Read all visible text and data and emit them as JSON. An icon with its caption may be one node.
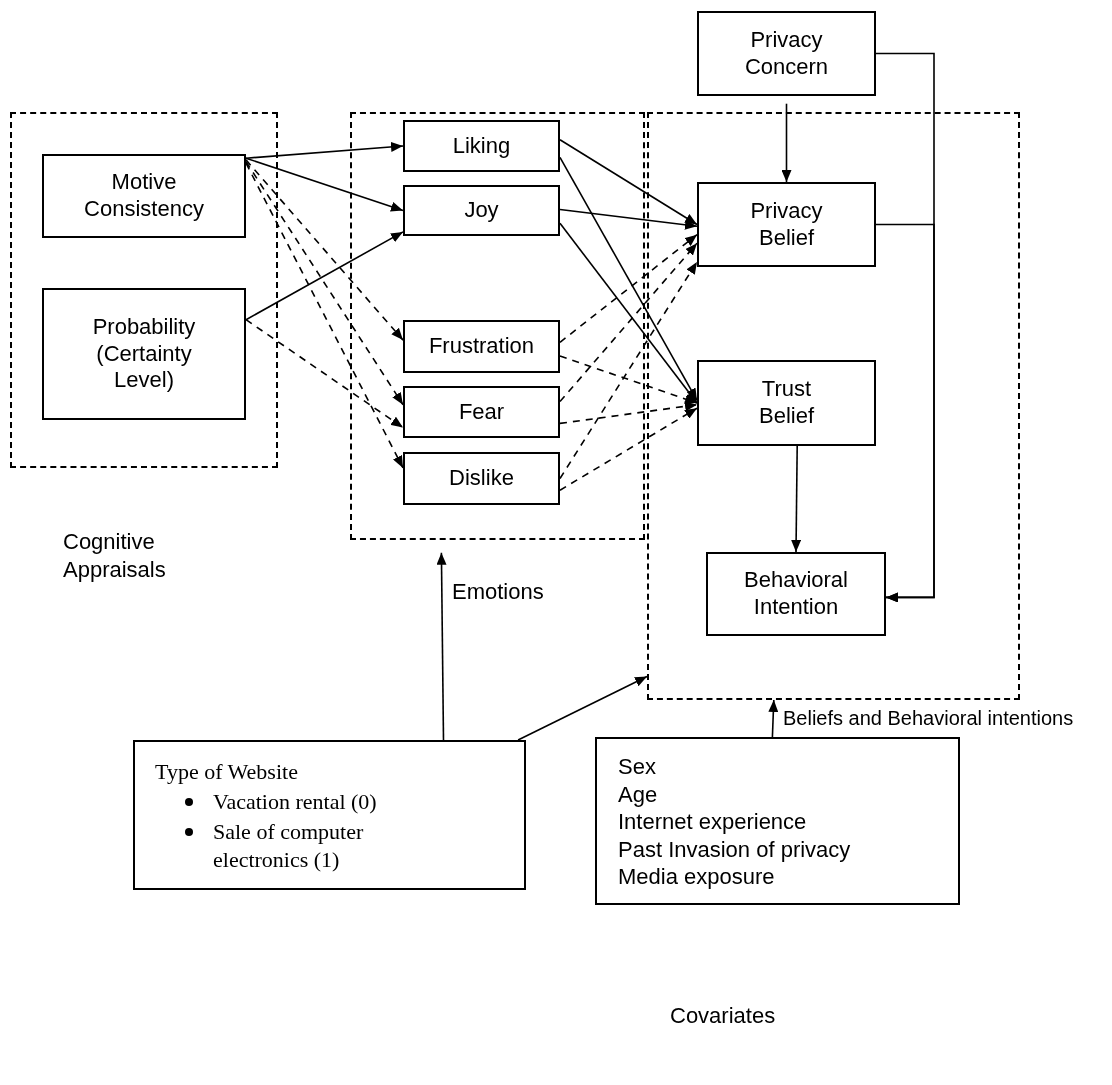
{
  "diagram": {
    "nodes": [
      {
        "text": [
          "Cognitive Appraisals"
        ]
      },
      {
        "text": [
          "Motive Consistency"
        ],
        "in": 0
      },
      {
        "text": [
          "Probability (Certainty Level)"
        ],
        "in": 0
      },
      {
        "text": [
          "Emotions"
        ]
      },
      {
        "text": [
          "Liking"
        ],
        "in": 3
      },
      {
        "text": [
          "Joy"
        ],
        "in": 3
      },
      {
        "text": [
          "Frustration"
        ],
        "in": 3
      },
      {
        "text": [
          "Fear"
        ],
        "in": 3
      },
      {
        "text": [
          "Dislike"
        ],
        "in": 3
      },
      {
        "text": [
          "Privacy Concern"
        ]
      },
      {
        "text": [
          "Beliefs and Behavioral intentions"
        ]
      },
      {
        "text": [
          "Privacy Belief"
        ],
        "in": 10
      },
      {
        "text": [
          "Trust Belief"
        ],
        "in": 10
      },
      {
        "text": [
          "Behavioral Intention"
        ],
        "in": 10
      },
      {
        "text": [
          "Type of Website",
          "Vacation rental (0)",
          "Sale of computer electronics (1)"
        ]
      },
      {
        "text": [
          "Sex",
          "Age",
          "Internet experience",
          "Past Invasion of privacy",
          "Media exposure"
        ]
      }
    ],
    "labels": [
      "Covariates"
    ],
    "edges": [
      {
        "from": 1,
        "to": 4,
        "arrow": "to"
      },
      {
        "from": 1,
        "to": 5,
        "arrow": "to"
      },
      {
        "from": 1,
        "to": 6,
        "arrow": "to",
        "style": "dashed"
      },
      {
        "from": 1,
        "to": 7,
        "arrow": "to",
        "style": "dashed"
      },
      {
        "from": 1,
        "to": 8,
        "arrow": "to",
        "style": "dashed"
      },
      {
        "from": 2,
        "to": 5,
        "arrow": "to"
      },
      {
        "from": 2,
        "to": 7,
        "arrow": "to",
        "style": "dashed"
      },
      {
        "from": 4,
        "to": 11,
        "arrow": "to"
      },
      {
        "from": 4,
        "to": 12,
        "arrow": "to"
      },
      {
        "from": 5,
        "to": 11,
        "arrow": "to"
      },
      {
        "from": 5,
        "to": 12,
        "arrow": "to"
      },
      {
        "from": 6,
        "to": 11,
        "arrow": "to",
        "style": "dashed"
      },
      {
        "from": 6,
        "to": 12,
        "arrow": "to",
        "style": "dashed"
      },
      {
        "from": 7,
        "to": 11,
        "arrow": "to",
        "style": "dashed"
      },
      {
        "from": 7,
        "to": 12,
        "arrow": "to",
        "style": "dashed"
      },
      {
        "from": 8,
        "to": 11,
        "arrow": "to",
        "style": "dashed"
      },
      {
        "from": 8,
        "to": 12,
        "arrow": "to",
        "style": "dashed"
      },
      {
        "from": 9,
        "to": 11,
        "arrow": "to"
      },
      {
        "from": 9,
        "to": 13,
        "arrow": "to"
      },
      {
        "from": 11,
        "to": 13,
        "arrow": "to"
      },
      {
        "from": 12,
        "to": 13,
        "arrow": "to"
      },
      {
        "from": 14,
        "to": 3,
        "arrow": "to"
      },
      {
        "from": 14,
        "to": 10,
        "arrow": "to"
      },
      {
        "from": 15,
        "to": 10,
        "arrow": "to"
      }
    ]
  }
}
